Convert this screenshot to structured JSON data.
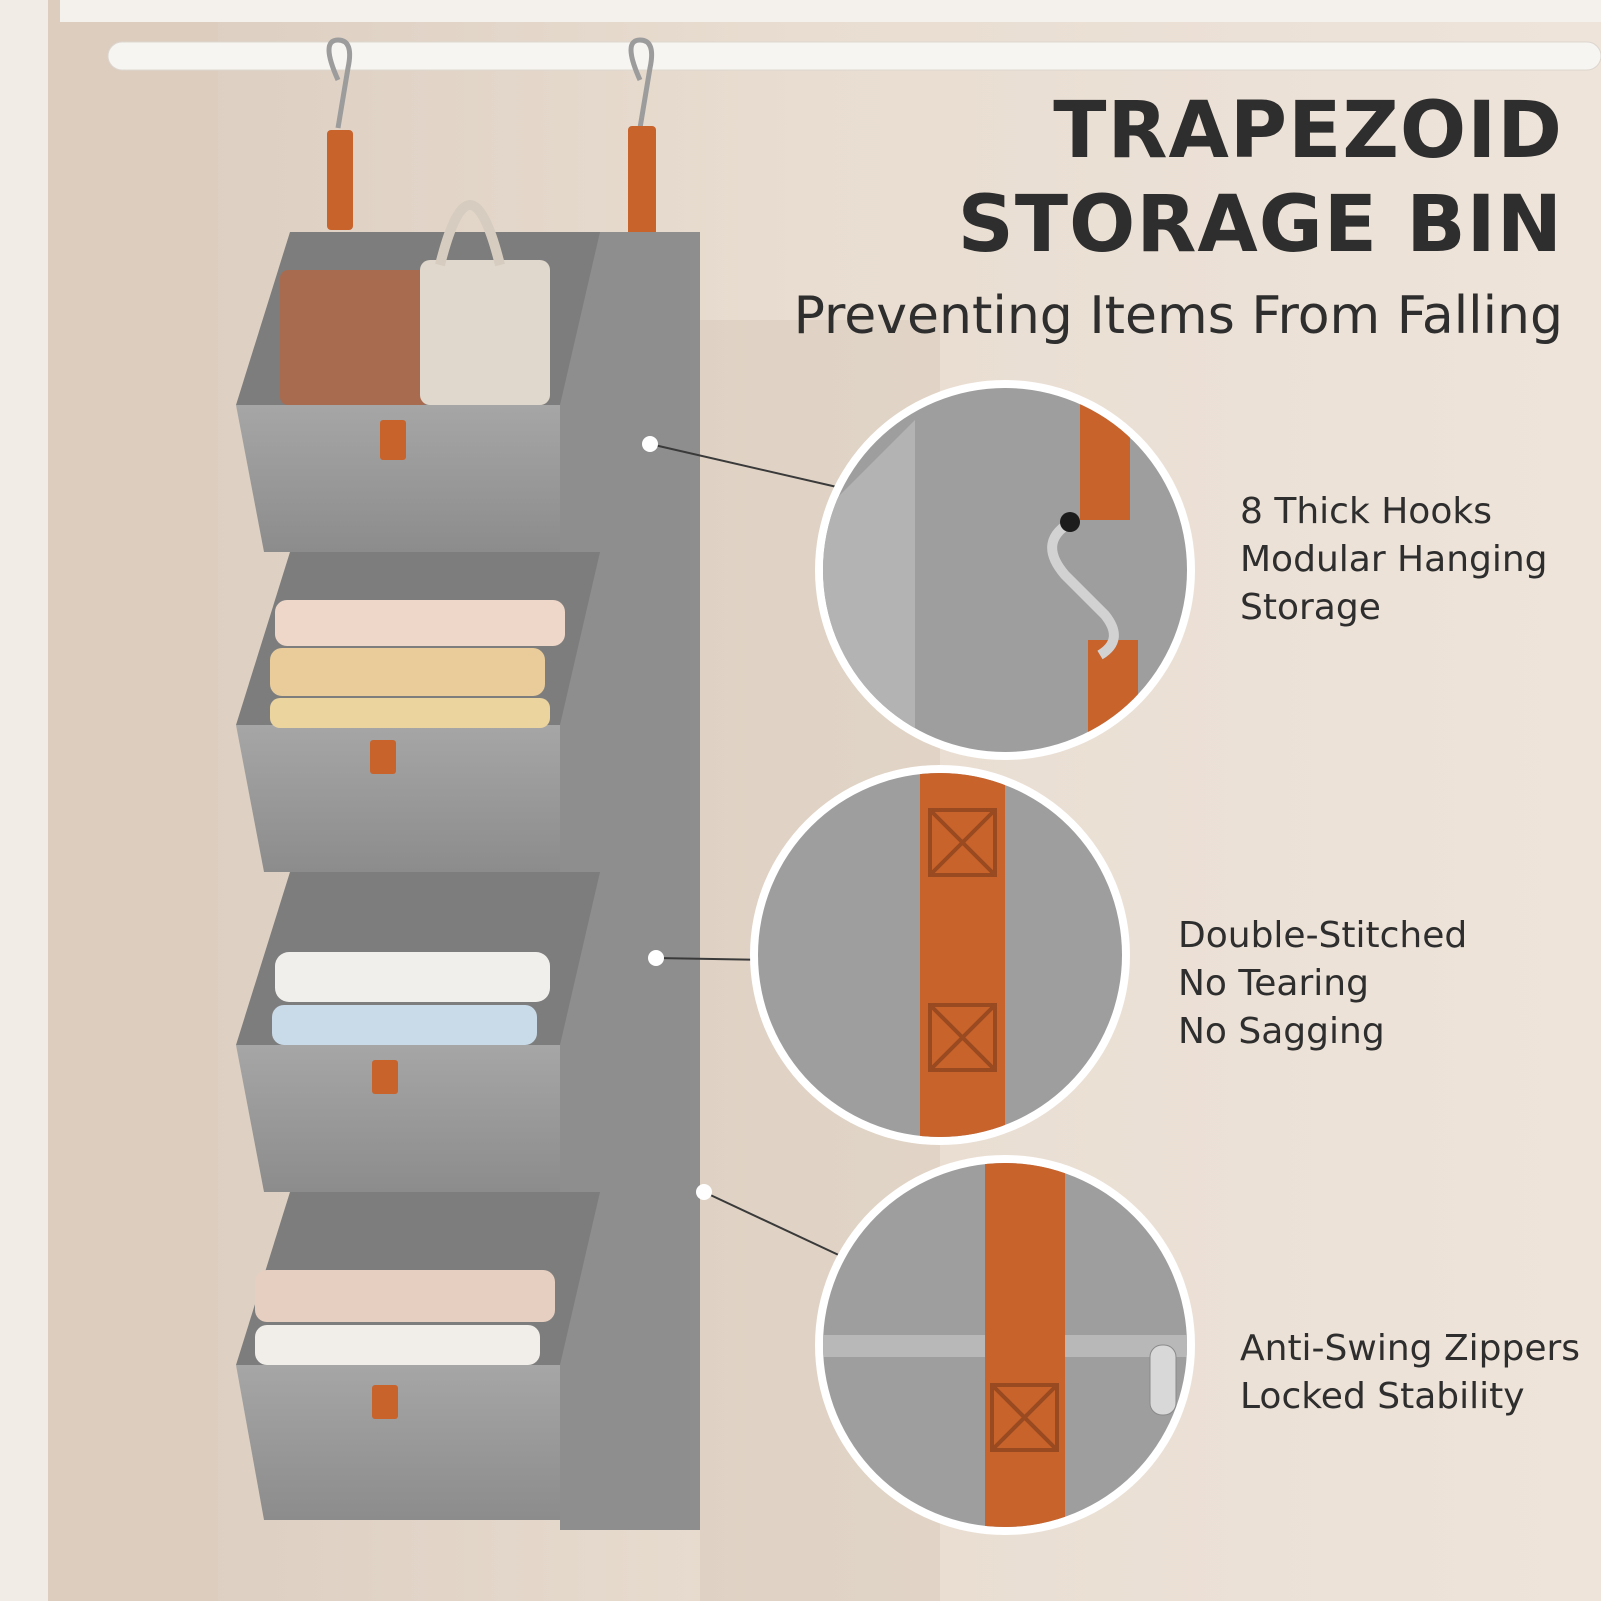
{
  "headline": {
    "line1": "TRAPEZOID",
    "line2": "STORAGE BIN",
    "subtitle": "Preventing Items From Falling"
  },
  "features": [
    {
      "lines": [
        "8 Thick Hooks",
        "Modular Hanging",
        "Storage"
      ],
      "icon": "hook-closeup"
    },
    {
      "lines": [
        "Double-Stitched",
        "No Tearing",
        "No Sagging"
      ],
      "icon": "stitch-closeup"
    },
    {
      "lines": [
        "Anti-Swing Zippers",
        "Locked Stability"
      ],
      "icon": "zipper-closeup"
    }
  ],
  "colors": {
    "wall": "#e6d9cc",
    "fabric": "#9a9a9a",
    "strap": "#c8632c",
    "text": "#2e2e2e"
  }
}
